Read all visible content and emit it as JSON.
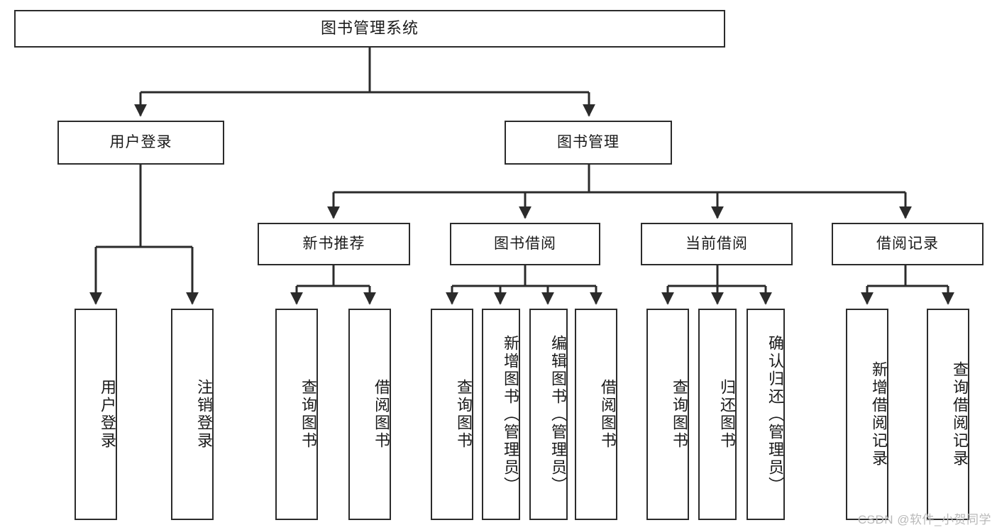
{
  "diagram": {
    "type": "tree",
    "title": "图书管理系统",
    "watermark": "CSDN @软件_小贺同学",
    "colors": {
      "node_border": "#2b2b2b",
      "node_fill": "#ffffff",
      "edge": "#2b2b2b",
      "text": "#1a1a1a",
      "watermark": "#b9b9b9",
      "background": "#ffffff"
    },
    "nodes": {
      "root": {
        "label": "图书管理系统"
      },
      "level2": [
        {
          "label": "用户登录"
        },
        {
          "label": "图书管理"
        }
      ],
      "level3": [
        {
          "label": "新书推荐"
        },
        {
          "label": "图书借阅"
        },
        {
          "label": "当前借阅"
        },
        {
          "label": "借阅记录"
        }
      ],
      "leaves": {
        "user_login": [
          {
            "label": "用户登录"
          },
          {
            "label": "注销登录"
          }
        ],
        "new_book_recommend": [
          {
            "label": "查询图书"
          },
          {
            "label": "借阅图书"
          }
        ],
        "book_borrow": [
          {
            "label": "查询图书"
          },
          {
            "label": "新增图书（管理员）"
          },
          {
            "label": "编辑图书（管理员）"
          },
          {
            "label": "借阅图书"
          }
        ],
        "current_borrow": [
          {
            "label": "查询图书"
          },
          {
            "label": "归还图书"
          },
          {
            "label": "确认归还（管理员）"
          }
        ],
        "borrow_record": [
          {
            "label": "新增借阅记录"
          },
          {
            "label": "查询借阅记录"
          }
        ]
      }
    }
  }
}
